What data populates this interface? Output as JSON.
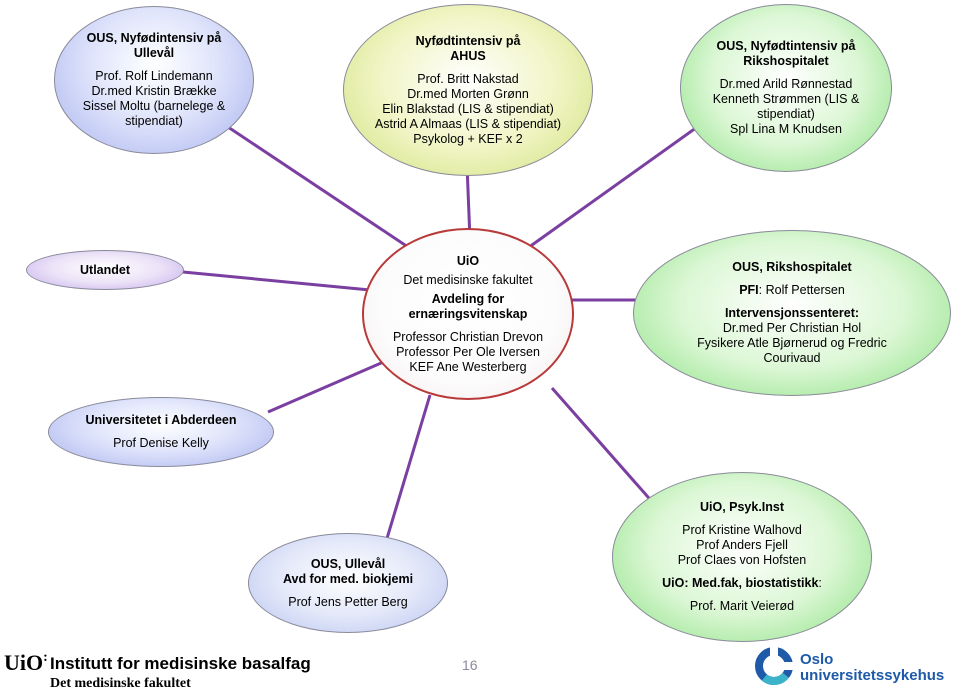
{
  "nodes": {
    "ullevaal_nicu": [
      "OUS, Nyfødintensiv på",
      "Ullevål",
      "",
      "Prof. Rolf Lindemann",
      "Dr.med Kristin Brække",
      "Sissel Moltu (barnelege &",
      "stipendiat)"
    ],
    "ahus": [
      "Nyfødtintensiv på",
      "AHUS",
      "",
      "Prof. Britt Nakstad",
      "Dr.med Morten Grønn",
      "Elin Blakstad (LIS & stipendiat)",
      "Astrid A Almaas (LIS & stipendiat)",
      "Psykolog + KEF x 2"
    ],
    "rikshospitalet_nicu": [
      "OUS, Nyfødtintensiv på",
      "Rikshospitalet",
      "",
      "Dr.med Arild Rønnestad",
      "Kenneth Strømmen (LIS &",
      "stipendiat)",
      "Spl Lina M Knudsen"
    ],
    "utlandet": [
      "Utlandet"
    ],
    "uio_center": {
      "title": "UiO",
      "faculty": "Det medisinske fakultet",
      "dept_1": "Avdeling for",
      "dept_2": "ernæringsvitenskap",
      "people": [
        "Professor Christian Drevon",
        "Professor Per Ole Iversen",
        "KEF Ane Westerberg"
      ]
    },
    "rikshospitalet": {
      "title": "OUS, Rikshospitalet",
      "pfi_label": "PFI",
      "pfi_value": ": Rolf Pettersen",
      "ivc_label": "Intervensjonssenteret:",
      "lines": [
        "Dr.med Per Christian Hol",
        "Fysikere Atle Bjørnerud og Fredric",
        "Courivaud"
      ]
    },
    "abderdeen": [
      "Universitetet i Abderdeen",
      "",
      "Prof Denise Kelly"
    ],
    "ulleval_biokjemi": [
      "OUS, Ullevål",
      "Avd for med. biokjemi",
      "",
      "Prof Jens Petter Berg"
    ],
    "uio_psyk": {
      "title": "UiO, Psyk.Inst",
      "people": [
        "Prof Kristine Walhovd",
        "Prof Anders Fjell",
        "Prof Claes von Hofsten"
      ],
      "stat": "UiO: Med.fak, biostatistikk",
      "stat_colon": ":",
      "stat_person": "Prof. Marit Veierød"
    }
  },
  "footer": {
    "uio_logo": "UiO",
    "colon": ":",
    "institute": "Institutt for medisinske basalfag",
    "faculty": "Det medisinske fakultet",
    "page": "16",
    "ous_line1": "Oslo",
    "ous_line2": "universitetssykehus"
  },
  "colors": {
    "connector": "#7a3fa0",
    "blue": "#a9b3ee",
    "yellow": "#cfe07a",
    "green": "#86e07e",
    "violet": "#c2acec",
    "ous_blue": "#1e5aa8"
  }
}
